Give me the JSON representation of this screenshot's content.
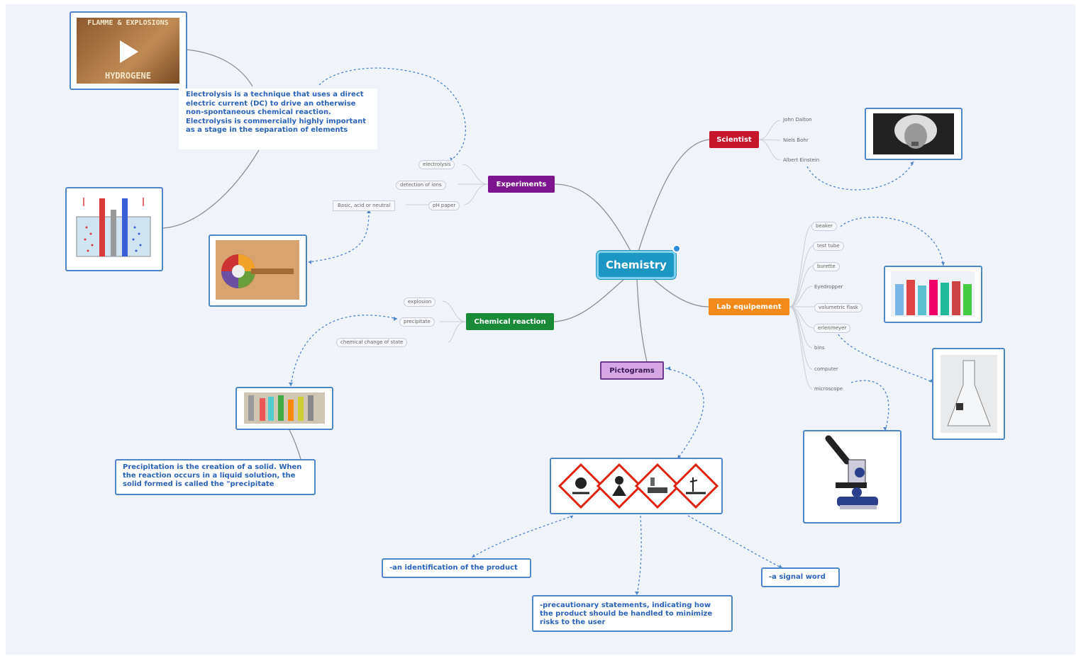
{
  "central": {
    "label": "Chemistry"
  },
  "branches": {
    "scientist": {
      "label": "Scientist",
      "color": "#c5162c",
      "subs": [
        "John Dalton",
        "Niels Bohr",
        "Albert Einstein"
      ]
    },
    "experiments": {
      "label": "Experiments",
      "color": "#7d168f",
      "subs": [
        "electrolysis",
        "detection of ions",
        "pH paper"
      ],
      "extra": "Basic, acid or neutral"
    },
    "lab": {
      "label": "Lab equipement",
      "color": "#f28a1c",
      "subs": [
        "beaker",
        "test tube",
        "burette",
        "Eyedropper",
        "volumetric flask",
        "erlenmeyer",
        "bins",
        "computer",
        "microscope"
      ]
    },
    "reaction": {
      "label": "Chemical reaction",
      "color": "#198a36",
      "subs": [
        "explosion",
        "precipitate",
        "chemical change of state"
      ]
    },
    "pictograms": {
      "label": "Pictograms",
      "color": "#d5a8e4"
    }
  },
  "video": {
    "title": "FLAMME & EXPLOSIONS",
    "subtitle": "HYDROGENE"
  },
  "notes": {
    "electrolysis": "Electrolysis is a technique that uses a direct electric current (DC) to drive an otherwise non-spontaneous chemical reaction. Electrolysis is commercially highly important as a stage in the separation of elements",
    "precipitation": "Precipitation is the creation of a solid. When the reaction occurs in a liquid solution, the solid formed is called the \"precipitate",
    "identification": "-an identification of the product",
    "signal": "-a signal word",
    "precautionary": "-precautionary statements, indicating how the product should be handled to minimize risks to the user"
  },
  "icons": [
    "play-icon",
    "einstein-photo",
    "electrolysis-cell",
    "ph-color-wheel",
    "test-tubes-photo",
    "colored-vials-photo",
    "erlenmeyer-photo",
    "microscope-photo",
    "toxic-pictogram",
    "health-hazard-pictogram",
    "corrosive-pictogram",
    "environment-pictogram"
  ]
}
